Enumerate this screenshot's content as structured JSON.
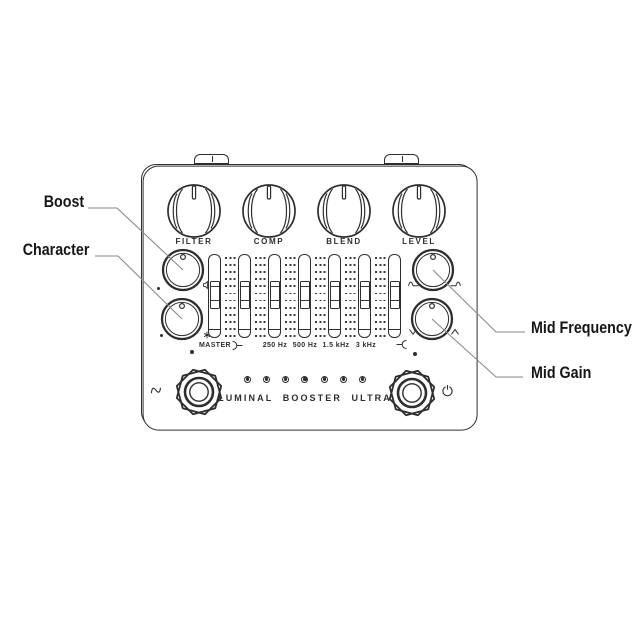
{
  "colors": {
    "ink": "#2e2e2e",
    "leader_line": "#8a8a8a",
    "label_text": "#161616",
    "background": "#ffffff"
  },
  "title": "LUMINAL BOOSTER ULTRA",
  "callouts": {
    "boost": "Boost",
    "character": "Character",
    "mid_frequency": "Mid Frequency",
    "mid_gain": "Mid Gain"
  },
  "knobs": {
    "filter": "FILTER",
    "comp": "COMP",
    "blend": "BLEND",
    "level": "LEVEL"
  },
  "eq": {
    "labels": [
      "MASTER",
      "250 Hz",
      "500 Hz",
      "1.5 kHz",
      "3 kHz"
    ],
    "slider_count": 7,
    "tick_rows": 12,
    "tick_cols": 6
  },
  "leds": {
    "count": 7
  },
  "icons": {
    "slider_2": "merge-curve-icon",
    "slider_7": "split-curve-icon",
    "boost_knob_right": "speaker-icon",
    "character_knob_right": "asterisk-icon",
    "mid_freq_min": "low-hump-wave-icon",
    "mid_freq_max": "high-hump-wave-icon",
    "mid_gain_min": "cut-v-icon",
    "mid_gain_max": "boost-peak-icon",
    "left_footswitch": "sine-wave-icon",
    "right_footswitch": "power-icon"
  }
}
